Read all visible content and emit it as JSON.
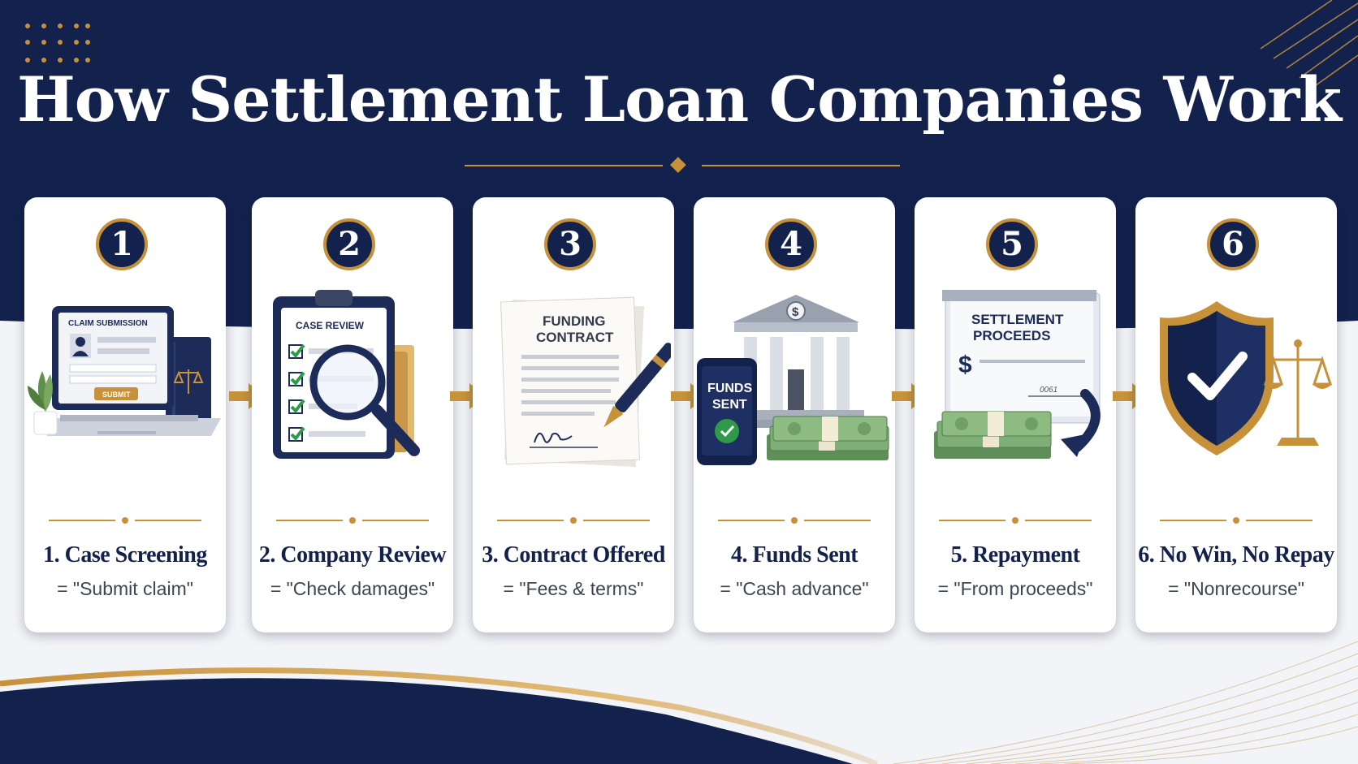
{
  "title": "How Settlement Loan Companies Work",
  "steps": [
    {
      "number": "1",
      "title": "1. Case Screening",
      "subtitle": "= \"Submit claim\"",
      "illustration": "laptop-claim-form-icon",
      "labels": {
        "form": "CLAIM SUBMISSION",
        "button": "SUBMIT"
      }
    },
    {
      "number": "2",
      "title": "2. Company Review",
      "subtitle": "= \"Check damages\"",
      "illustration": "clipboard-magnifier-icon",
      "labels": {
        "clipboard": "CASE REVIEW"
      }
    },
    {
      "number": "3",
      "title": "3. Contract Offered",
      "subtitle": "= \"Fees & terms\"",
      "illustration": "signed-contract-pen-icon",
      "labels": {
        "line1": "FUNDING",
        "line2": "CONTRACT"
      }
    },
    {
      "number": "4",
      "title": "4. Funds Sent",
      "subtitle": "= \"Cash advance\"",
      "illustration": "bank-phone-cash-icon",
      "labels": {
        "line1": "FUNDS",
        "line2": "SENT",
        "bank_symbol": "$"
      }
    },
    {
      "number": "5",
      "title": "5. Repayment",
      "subtitle": "= \"From proceeds\"",
      "illustration": "settlement-check-cash-icon",
      "labels": {
        "line1": "SETTLEMENT",
        "line2": "PROCEEDS",
        "symbol": "$",
        "check_no": "0061"
      }
    },
    {
      "number": "6",
      "title": "6. No Win, No Repay",
      "subtitle": "= \"Nonrecourse\"",
      "illustration": "shield-check-scales-icon",
      "labels": {}
    }
  ],
  "colors": {
    "navy": "#13214d",
    "gold": "#c7913a",
    "background": "#f3f4f7",
    "card": "#ffffff",
    "green": "#2e9a4a",
    "cash": "#7fae76"
  }
}
